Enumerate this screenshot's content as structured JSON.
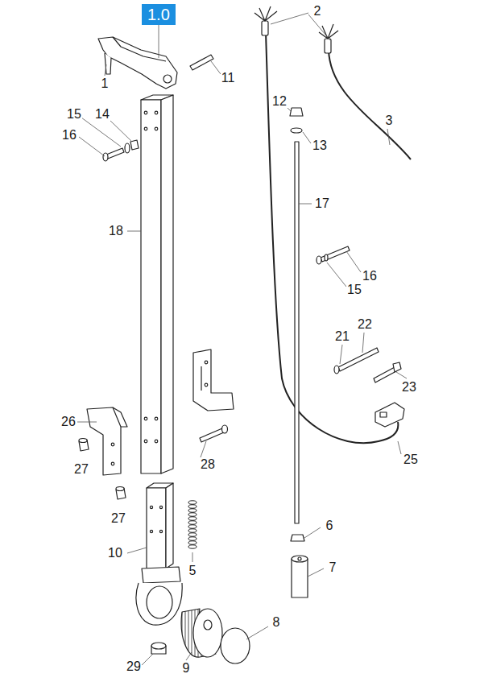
{
  "diagram": {
    "nodes": [
      {
        "text": [
          "1.0"
        ]
      }
    ],
    "labels": [
      "1",
      "11",
      "15",
      "14",
      "16",
      "18",
      "26",
      "27",
      "28",
      "27",
      "10",
      "5",
      "29",
      "9",
      "8",
      "2",
      "3",
      "12",
      "13",
      "17",
      "16",
      "15",
      "21",
      "22",
      "23",
      "25",
      "6",
      "7"
    ]
  }
}
